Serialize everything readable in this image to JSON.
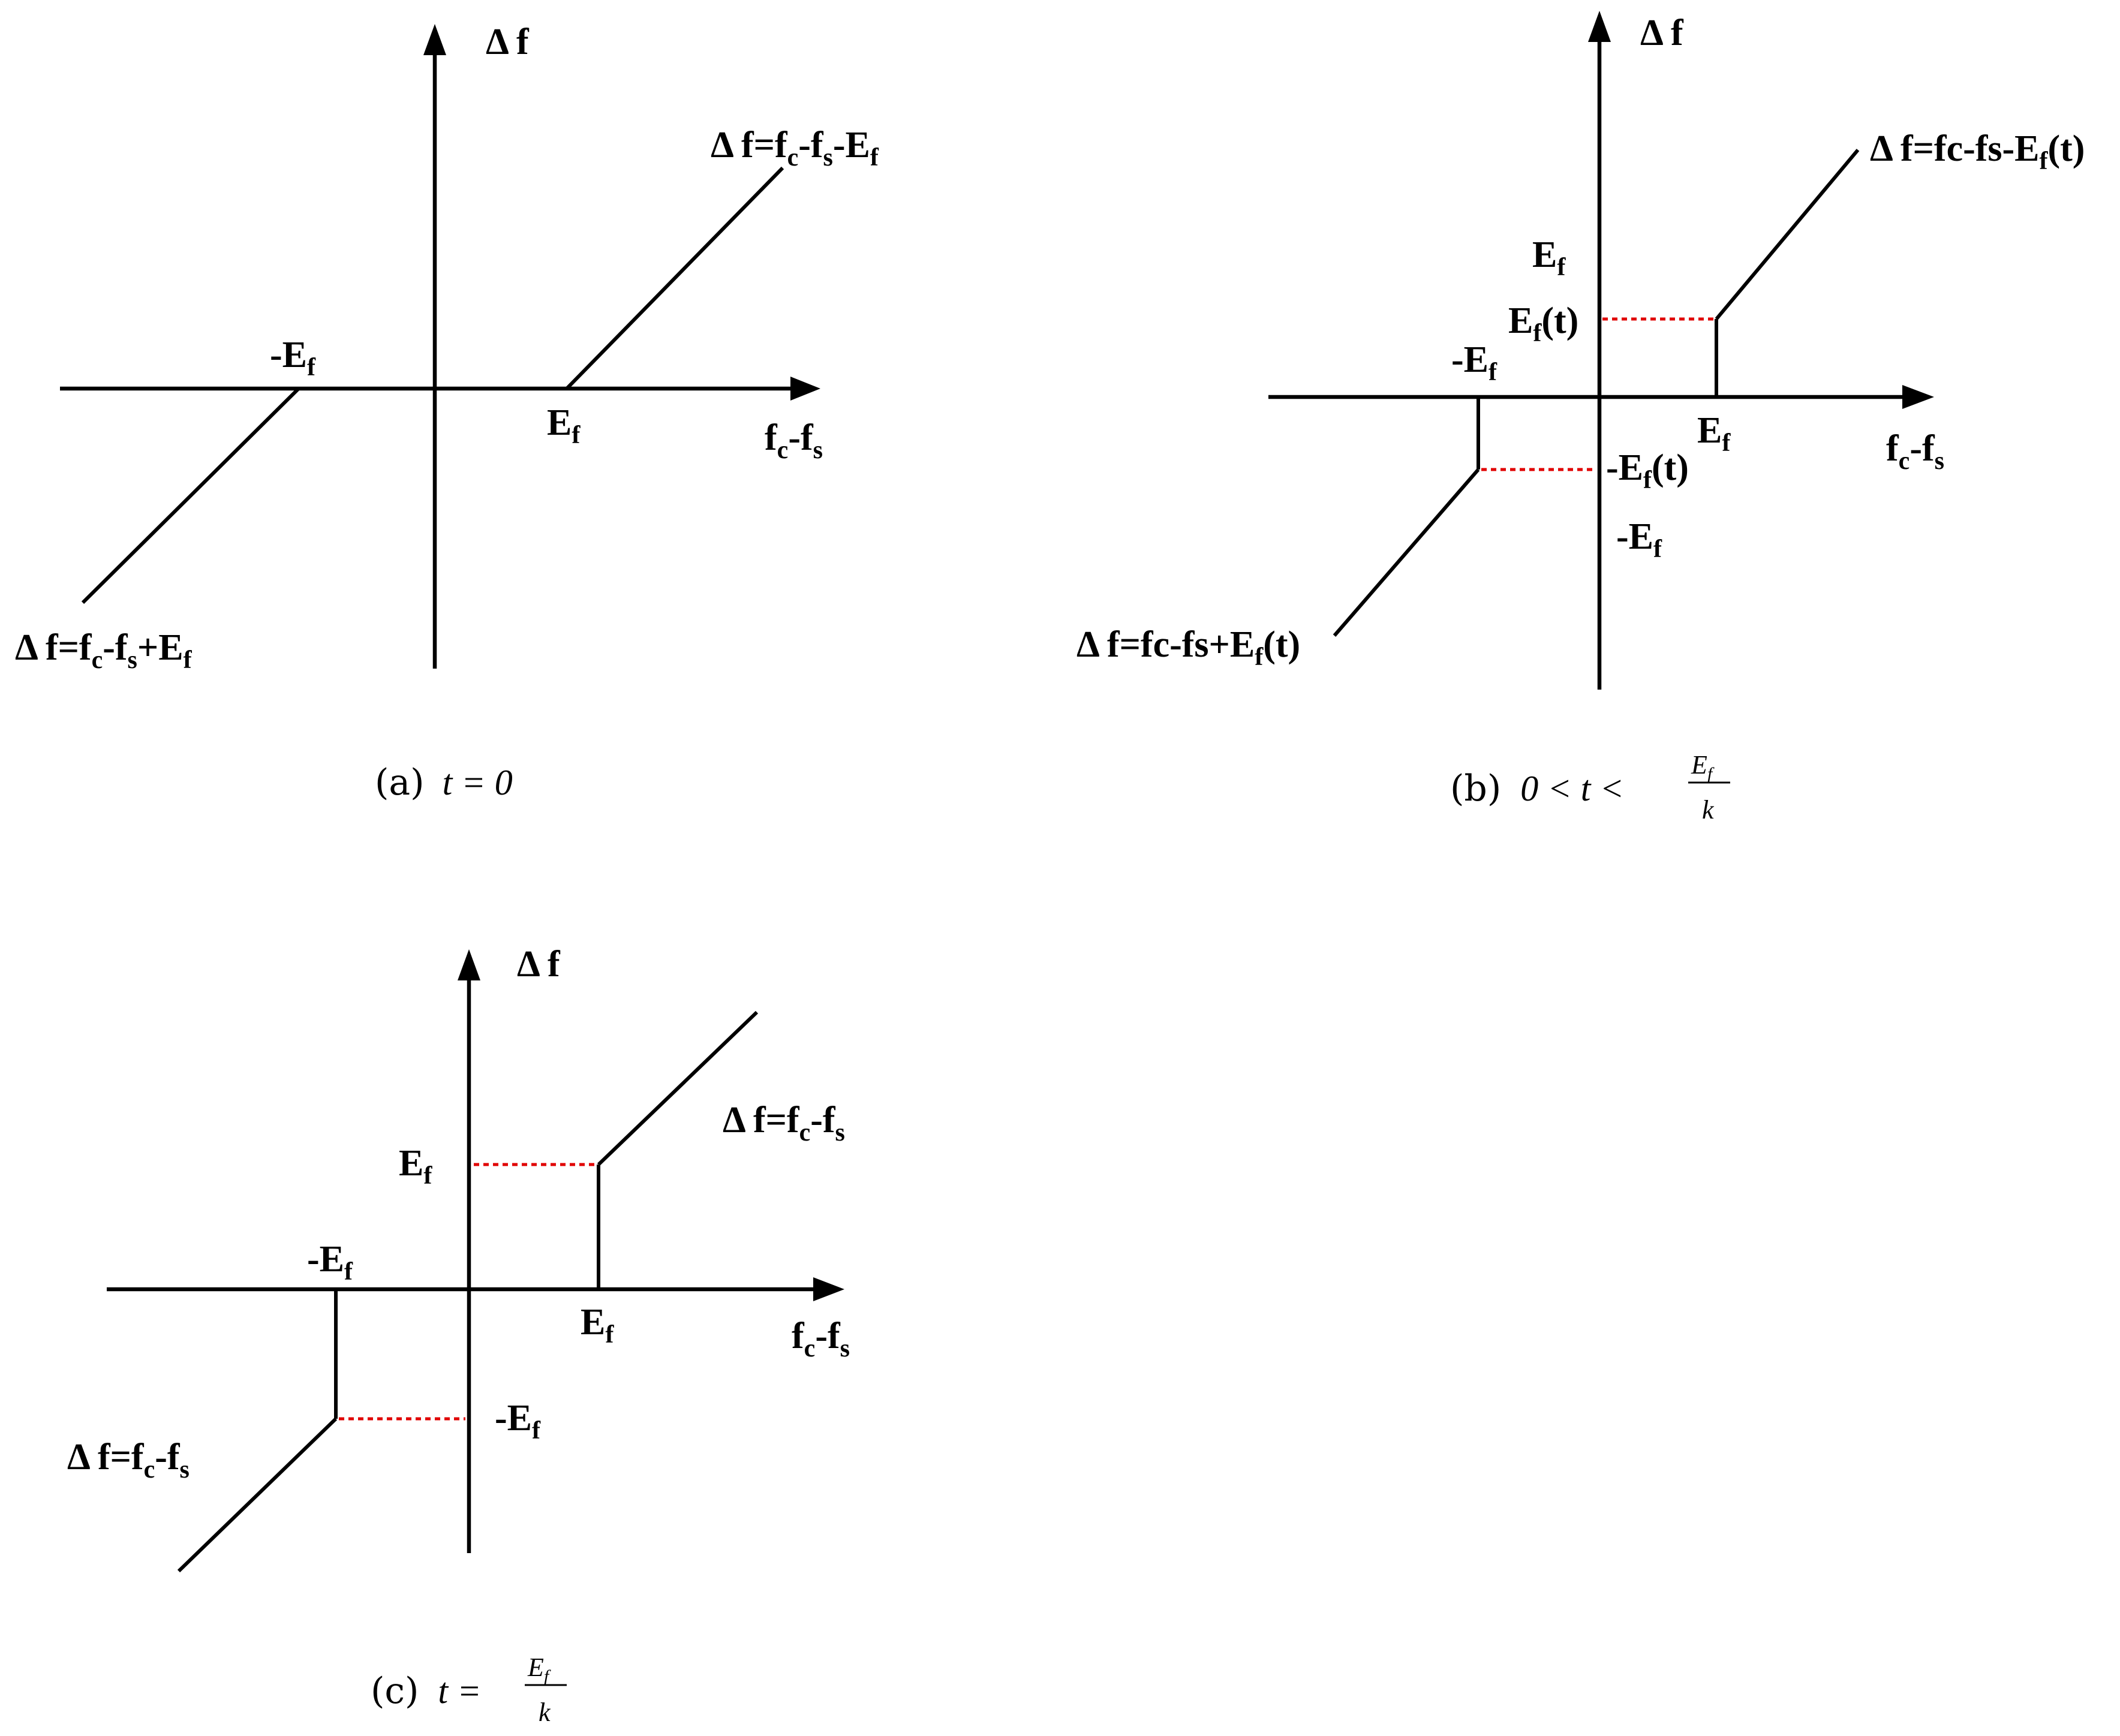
{
  "panels": {
    "a": {
      "y_axis": "Δ f",
      "x_axis": {
        "main": "f",
        "s1": "c",
        "mid": "-f",
        "s2": "s"
      },
      "neg_ef": {
        "main": "-E",
        "sub": "f"
      },
      "ef": {
        "main": "E",
        "sub": "f"
      },
      "line_upper": {
        "p1": "Δ f=f",
        "s1": "c",
        "p2": "-f",
        "s2": "s",
        "p3": "-E",
        "s3": "f"
      },
      "line_lower": {
        "p1": "Δ f=f",
        "s1": "c",
        "p2": "-f",
        "s2": "s",
        "p3": "+E",
        "s3": "f"
      },
      "caption": {
        "label": "(a)",
        "math": "t = 0"
      }
    },
    "b": {
      "y_axis": "Δ f",
      "x_axis": {
        "main": "f",
        "s1": "c",
        "mid": "-f",
        "s2": "s"
      },
      "ef_y": {
        "main": "E",
        "sub": "f"
      },
      "eft_y": {
        "main": "E",
        "sub": "f",
        "suffix": "(t)"
      },
      "neg_ef_x": {
        "main": "-E",
        "sub": "f"
      },
      "ef_x": {
        "main": "E",
        "sub": "f"
      },
      "neg_eft_y": {
        "main": "-E",
        "sub": "f",
        "suffix": "(t)"
      },
      "neg_ef_y": {
        "main": "-E",
        "sub": "f"
      },
      "line_upper": {
        "main": "Δ f=fc-fs-E",
        "sub": "f",
        "suffix": "(t)"
      },
      "line_lower": {
        "main": "Δ f=fc-fs+E",
        "sub": "f",
        "suffix": "(t)"
      },
      "caption": {
        "label": "(b)",
        "math": "0 < t <",
        "num": "E",
        "num_sub": "f",
        "den": "k"
      }
    },
    "c": {
      "y_axis": "Δ f",
      "x_axis": {
        "main": "f",
        "s1": "c",
        "mid": "-f",
        "s2": "s"
      },
      "ef_y": {
        "main": "E",
        "sub": "f"
      },
      "neg_ef_x": {
        "main": "-E",
        "sub": "f"
      },
      "ef_x": {
        "main": "E",
        "sub": "f"
      },
      "neg_ef_y": {
        "main": "-E",
        "sub": "f"
      },
      "line_upper": {
        "p1": "Δ f=f",
        "s1": "c",
        "p2": "-f",
        "s2": "s"
      },
      "line_lower": {
        "p1": "Δ f=f",
        "s1": "c",
        "p2": "-f",
        "s2": "s"
      },
      "caption": {
        "label": "(c)",
        "math": "t =",
        "num": "E",
        "num_sub": "f",
        "den": "k"
      }
    }
  },
  "colors": {
    "curve": "#000000",
    "dashed_guide": "#e00000"
  }
}
